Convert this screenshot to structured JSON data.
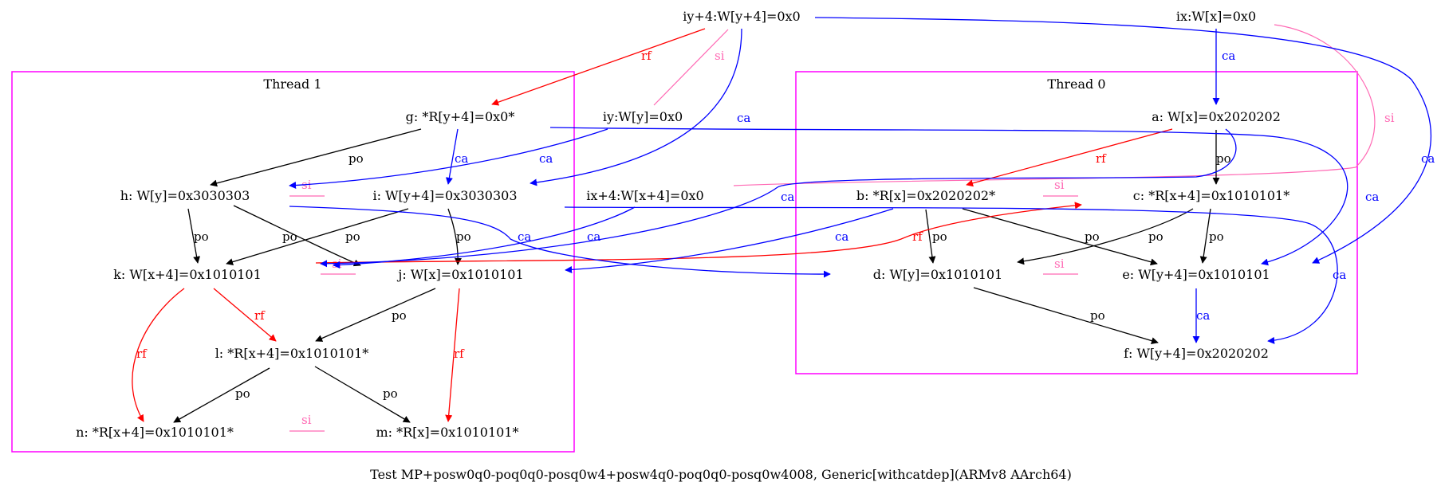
{
  "colors": {
    "po": "#000000",
    "rf": "#ff0000",
    "ca": "#0000ff",
    "si": "#ff69b4",
    "cluster": "#ff00ff"
  },
  "clusters": {
    "thread1": "Thread 1",
    "thread0": "Thread 0"
  },
  "nodes": {
    "iy4": "iy+4:W[y+4]=0x0",
    "ix": "ix:W[x]=0x0",
    "iy": "iy:W[y]=0x0",
    "ix4": "ix+4:W[x+4]=0x0",
    "a": "a: W[x]=0x2020202",
    "b": "b: *R[x]=0x2020202*",
    "c": "c: *R[x+4]=0x1010101*",
    "d": "d: W[y]=0x1010101",
    "e": "e: W[y+4]=0x1010101",
    "f": "f: W[y+4]=0x2020202",
    "g": "g: *R[y+4]=0x0*",
    "h": "h: W[y]=0x3030303",
    "i": "i: W[y+4]=0x3030303",
    "j": "j: W[x]=0x1010101",
    "k": "k: W[x+4]=0x1010101",
    "l": "l: *R[x+4]=0x1010101*",
    "m": "m: *R[x]=0x1010101*",
    "n": "n: *R[x+4]=0x1010101*"
  },
  "edge_types": {
    "po": "po",
    "rf": "rf",
    "ca": "ca",
    "si": "si"
  },
  "caption": "Test MP+posw0q0-poq0q0-posq0w4+posw4q0-poq0q0-posq0w4008, Generic[withcatdep](ARMv8 AArch64)"
}
